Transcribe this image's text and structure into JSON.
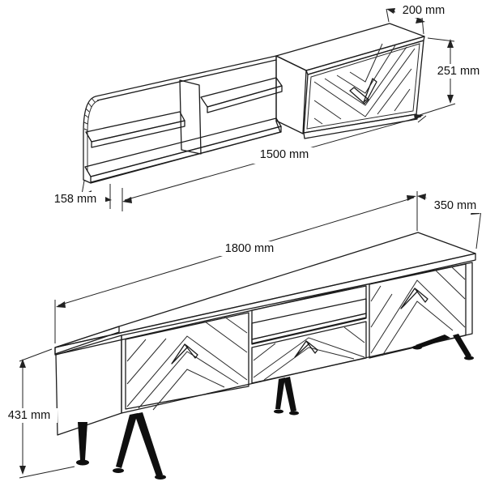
{
  "page": {
    "type": "furniture dimension diagram",
    "background": "#ffffff"
  },
  "colors": {
    "outline": "#1c1c1c",
    "surface_gray": "#a8a8a8",
    "panel_white": "#f8f8f8",
    "interior_gray": "#ebebeb",
    "legs_black": "#0f0f0f",
    "dimension_ink": "#222222"
  },
  "wall_unit": {
    "name": "wall shelf unit with chevron cabinet",
    "dimensions": {
      "depth_label": "200 mm",
      "height_label": "251 mm",
      "width_label": "1500 mm",
      "shelf_depth_label": "158 mm"
    }
  },
  "tv_stand": {
    "name": "TV stand with chevron drawers and splayed black legs",
    "dimensions": {
      "width_label": "1800 mm",
      "depth_label": "350 mm",
      "height_label": "431 mm"
    }
  }
}
